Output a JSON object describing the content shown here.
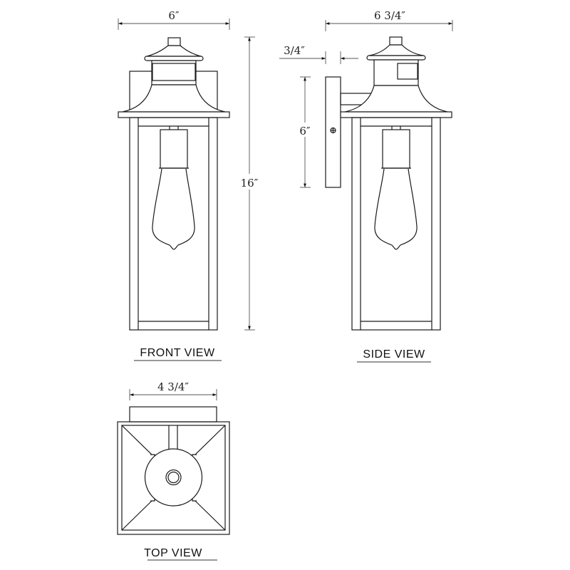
{
  "drawing": {
    "subject": "Outdoor wall lantern dimension drawing",
    "views": {
      "front": {
        "label": "FRONT VIEW"
      },
      "side": {
        "label": "SIDE VIEW"
      },
      "top": {
        "label": "TOP VIEW"
      }
    },
    "dimensions": {
      "front_width": "6″",
      "overall_height": "16″",
      "extension": "6 3/4″",
      "backplate_offset": "3/4″",
      "backplate_height": "6″",
      "top_width": "4 3/4″"
    },
    "colors": {
      "line": "#1a1a1a",
      "dimension_line": "#555555",
      "background": "#ffffff"
    }
  }
}
